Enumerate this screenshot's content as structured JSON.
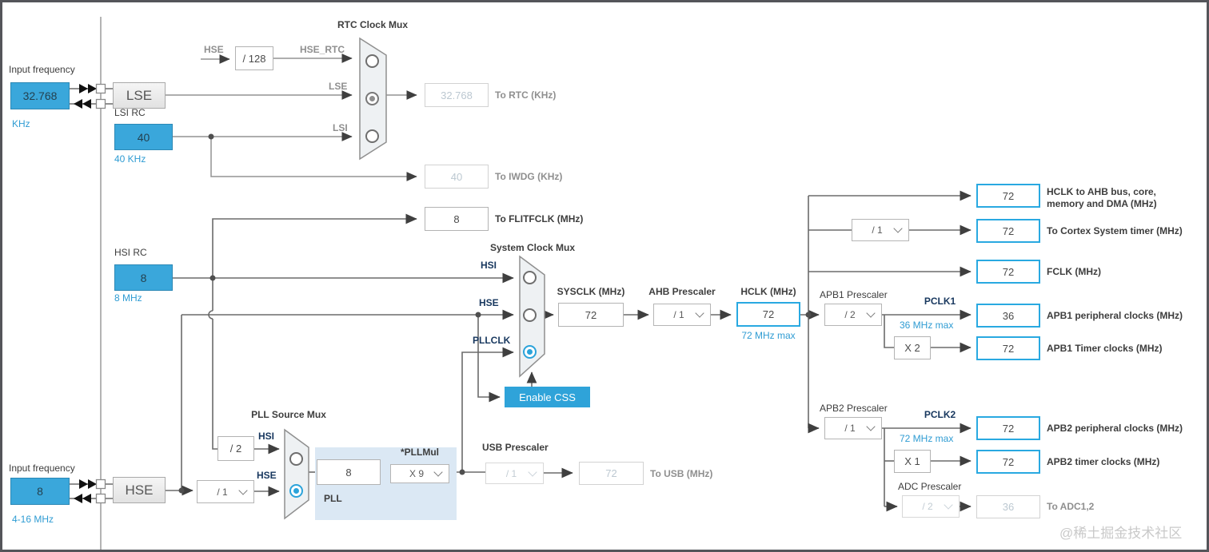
{
  "left_top": {
    "input_label": "Input frequency",
    "freq": "32.768",
    "unit": "KHz",
    "osc": "LSE",
    "lsi_label": "LSI RC",
    "lsi_freq": "40",
    "lsi_unit": "40 KHz"
  },
  "left_bottom": {
    "input_label": "Input frequency",
    "freq": "8",
    "unit": "4-16 MHz",
    "osc": "HSE"
  },
  "hsi": {
    "label": "HSI RC",
    "freq": "8",
    "unit": "8 MHz"
  },
  "rtc": {
    "title": "RTC Clock Mux",
    "hse_label": "HSE",
    "divider": "/ 128",
    "hse_rtc_label": "HSE_RTC",
    "lse_label": "LSE",
    "lsi_label": "LSI",
    "rtc_value": "32.768",
    "rtc_label": "To RTC (KHz)",
    "iwdg_value": "40",
    "iwdg_label": "To IWDG (KHz)"
  },
  "flitf": {
    "value": "8",
    "label": "To FLITFCLK (MHz)"
  },
  "sys_mux": {
    "title": "System Clock Mux",
    "hsi": "HSI",
    "hse": "HSE",
    "pllclk": "PLLCLK",
    "css": "Enable CSS"
  },
  "sysclk": {
    "label": "SYSCLK (MHz)",
    "value": "72"
  },
  "ahb": {
    "label": "AHB Prescaler",
    "value": "/ 1"
  },
  "hclk": {
    "label": "HCLK (MHz)",
    "value": "72",
    "max": "72 MHz max"
  },
  "outputs": {
    "ahb_bus": {
      "value": "72",
      "label1": "HCLK to AHB bus, core,",
      "label2": "memory and DMA (MHz)"
    },
    "cortex": {
      "divider": "/ 1",
      "value": "72",
      "label": "To Cortex System timer (MHz)"
    },
    "fclk": {
      "value": "72",
      "label": "FCLK (MHz)"
    }
  },
  "apb1": {
    "label": "APB1 Prescaler",
    "value": "/ 2",
    "pclk": "PCLK1",
    "max": "36 MHz max",
    "periph_value": "36",
    "periph_label": "APB1 peripheral clocks (MHz)",
    "mult": "X 2",
    "timer_value": "72",
    "timer_label": "APB1 Timer clocks (MHz)"
  },
  "apb2": {
    "label": "APB2 Prescaler",
    "value": "/ 1",
    "pclk": "PCLK2",
    "max": "72 MHz max",
    "periph_value": "72",
    "periph_label": "APB2 peripheral clocks (MHz)",
    "mult": "X 1",
    "timer_value": "72",
    "timer_label": "APB2 timer clocks (MHz)"
  },
  "adc": {
    "label": "ADC Prescaler",
    "value": "/ 2",
    "out_value": "36",
    "out_label": "To ADC1,2"
  },
  "pll_mux": {
    "title": "PLL Source Mux",
    "hsi": "HSI",
    "hse": "HSE",
    "hsi_div": "/ 2",
    "hse_div": "/ 1"
  },
  "pll": {
    "label": "PLL",
    "input": "8",
    "mul_label": "*PLLMul",
    "mul": "X 9"
  },
  "usb": {
    "label": "USB Prescaler",
    "value": "/ 1",
    "out_value": "72",
    "out_label": "To USB (MHz)"
  },
  "watermark": "@稀土掘金技术社区",
  "colors": {
    "accent_blue": "#3aa7db",
    "result_border_blue": "#29a9e1",
    "enable_css_blue": "#2fa3d9",
    "label_blue": "#2f9cd3",
    "label_navy": "#17375e",
    "inactive_gray": "#bcc8d1"
  }
}
